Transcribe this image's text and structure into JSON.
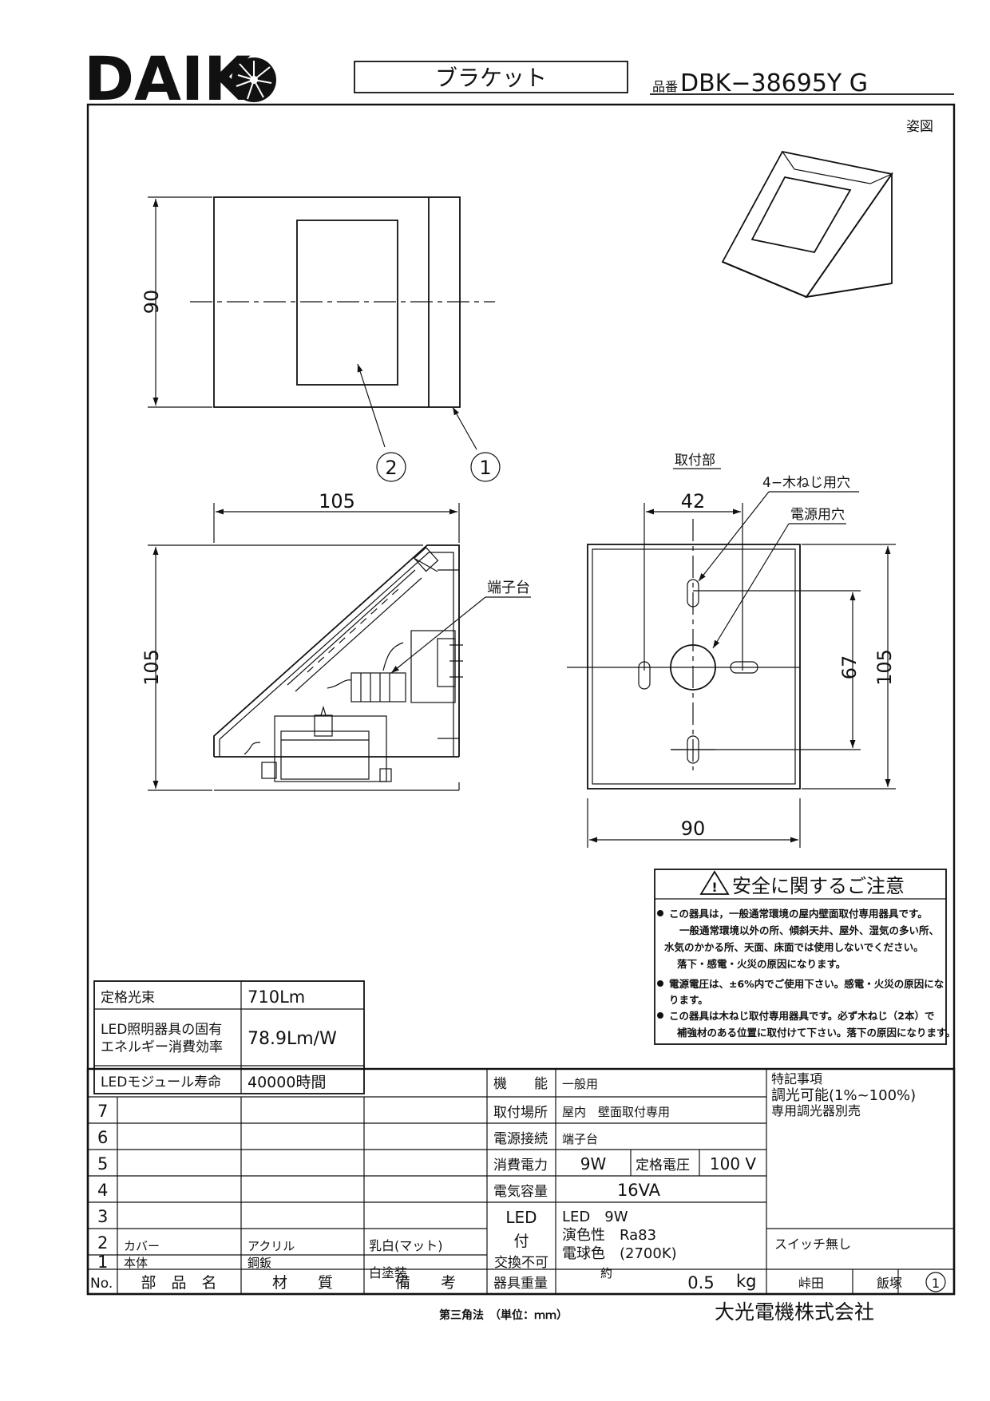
{
  "header": {
    "brand": "DAIK",
    "product_type": "ブラケット",
    "part_no_label": "品番",
    "part_no": "DBK−38695Y G"
  },
  "figure_label": "姿図",
  "dims": {
    "front_height": "90",
    "side_width": "105",
    "side_height": "105",
    "mount_hole_spacing": "42",
    "mount_height": "105",
    "mount_vertical_spacing": "67",
    "mount_width": "90"
  },
  "callouts": {
    "part1": "1",
    "part2": "2",
    "terminal": "端子台",
    "mount_section": "取付部",
    "screw_holes": "4−木ねじ用穴",
    "power_hole": "電源用穴"
  },
  "safety": {
    "title": "安全に関するご注意",
    "lines": [
      "この器具は，一般通常環境の屋内壁面取付専用器具です。",
      "一般通常環境以外の所、傾斜天井、屋外、湿気の多い所、",
      "水気のかかる所、天面、床面では使用しないでください。",
      "落下・感電・火災の原因になります。",
      "電源電圧は、±6%内でご使用下さい。感電・火災の原因にな",
      "ります。",
      "この器具は木ねじ取付専用器具です。必ず木ねじ（2本）で",
      "補強材のある位置に取付けて下さい。落下の原因になります。"
    ]
  },
  "specs": {
    "flux_label": "定格光束",
    "flux_value": "710Lm",
    "eff_label_1": "LED照明器具の固有",
    "eff_label_2": "エネルギー消費効率",
    "eff_value": "78.9Lm/W",
    "life_label": "LEDモジュール寿命",
    "life_value": "40000時間"
  },
  "parts": {
    "header": [
      "No.",
      "部　品　名",
      "材　　質",
      "備　　考"
    ],
    "rows": [
      {
        "no": "7",
        "name": "",
        "material": "",
        "note": ""
      },
      {
        "no": "6",
        "name": "",
        "material": "",
        "note": ""
      },
      {
        "no": "5",
        "name": "",
        "material": "",
        "note": ""
      },
      {
        "no": "4",
        "name": "",
        "material": "",
        "note": ""
      },
      {
        "no": "3",
        "name": "",
        "material": "",
        "note": ""
      },
      {
        "no": "2",
        "name": "カバー",
        "material": "アクリル",
        "note": "乳白(マット)"
      },
      {
        "no": "1",
        "name": "本体",
        "material": "鋼鈑",
        "note": "白塗装"
      }
    ]
  },
  "function": {
    "func_label": "機　　能",
    "func_value": "一般用",
    "place_label": "取付場所",
    "place_value": "屋内　壁面取付専用",
    "conn_label": "電源接続",
    "conn_value": "端子台",
    "power_label": "消費電力",
    "power_value": "9W",
    "voltage_label": "定格電圧",
    "voltage_value": "100 V",
    "capacity_label": "電気容量",
    "capacity_value": "16VA",
    "led_label_1": "LED",
    "led_label_2": "付",
    "led_label_3": "交換不可",
    "led_value_1": "LED　9W",
    "led_value_2": "演色性　Ra83",
    "led_value_3": "電球色　(2700K)",
    "weight_label": "器具重量",
    "weight_approx": "約",
    "weight_value": "0.5",
    "weight_unit": "kg"
  },
  "notes": {
    "title": "特記事項",
    "line1": "調光可能(1%~100%)",
    "line2": "専用調光器別売",
    "switch": "スイッチ無し"
  },
  "signature": {
    "designer": "峠田",
    "checker": "飯塚",
    "revision": "1"
  },
  "footer": {
    "projection": "第三角法　（単位：ｍｍ）",
    "company": "大光電機株式会社"
  }
}
